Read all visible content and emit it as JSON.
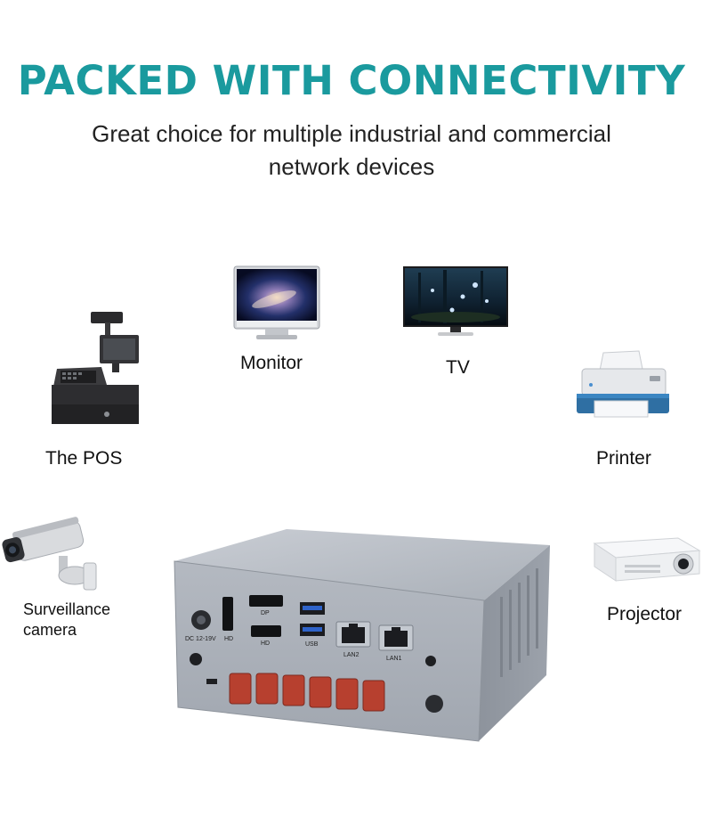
{
  "header": {
    "title": "PACKED WITH CONNECTIVITY",
    "subtitle_line1": "Great choice for multiple industrial and commercial",
    "subtitle_line2": "network devices"
  },
  "devices": [
    {
      "label": "Monitor",
      "icon": "monitor-icon"
    },
    {
      "label": "TV",
      "icon": "tv-icon"
    },
    {
      "label": "The POS",
      "icon": "pos-terminal-icon"
    },
    {
      "label": "Printer",
      "icon": "printer-icon"
    },
    {
      "label_line1": "Surveillance",
      "label_line2": "camera",
      "icon": "security-camera-icon"
    },
    {
      "label": "Projector",
      "icon": "projector-icon"
    }
  ],
  "mini_pc": {
    "port_labels": {
      "dc": "DC 12-19V",
      "hd1": "HD",
      "dp": "DP",
      "hd2": "HD",
      "usb": "USB",
      "lan2": "LAN2",
      "lan1": "LAN1"
    }
  },
  "colors": {
    "title": "#1a9a9e",
    "chassis": "#a7acb5",
    "vent": "#b7402f",
    "usb_blue": "#2f63c9"
  }
}
